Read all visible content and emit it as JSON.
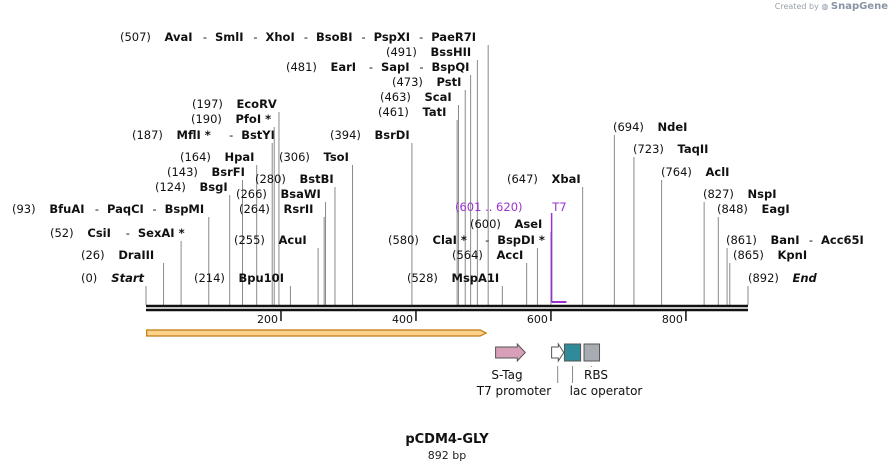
{
  "branding": {
    "prefix": "Created by",
    "name": "SnapGene"
  },
  "title": "pCDM4-GLY",
  "subtitle": "892 bp",
  "sequence_length": 892,
  "axis": {
    "ticks": [
      200,
      400,
      600,
      800
    ]
  },
  "colors": {
    "backbone": "#111111",
    "orf_fill": "#ffd28a",
    "orf_stroke": "#c07a10",
    "stag": "#d8a0b8",
    "promoter": "#ffffff",
    "rbs": "#a7acb3",
    "lac": "#2f8a9a",
    "primer": "#9b30d0",
    "leader": "#8a8a8a",
    "text": "#111111"
  },
  "enzymes": [
    {
      "pos": 0,
      "label": "(0)",
      "names": [
        "Start"
      ],
      "italic": true
    },
    {
      "pos": 26,
      "label": "(26)",
      "names": [
        "DraIII"
      ]
    },
    {
      "pos": 52,
      "label": "(52)",
      "names": [
        "CsiI",
        "SexAI *"
      ]
    },
    {
      "pos": 93,
      "label": "(93)",
      "names": [
        "BfuAI",
        "PaqCI",
        "BspMI"
      ]
    },
    {
      "pos": 124,
      "label": "(124)",
      "names": [
        "BsgI"
      ]
    },
    {
      "pos": 143,
      "label": "(143)",
      "names": [
        "BsrFI"
      ]
    },
    {
      "pos": 164,
      "label": "(164)",
      "names": [
        "HpaI"
      ]
    },
    {
      "pos": 187,
      "label": "(187)",
      "names": [
        "MflI *",
        "BstYI"
      ]
    },
    {
      "pos": 190,
      "label": "(190)",
      "names": [
        "PfoI *"
      ]
    },
    {
      "pos": 197,
      "label": "(197)",
      "names": [
        "EcoRV"
      ]
    },
    {
      "pos": 214,
      "label": "(214)",
      "names": [
        "Bpu10I"
      ]
    },
    {
      "pos": 255,
      "label": "(255)",
      "names": [
        "AcuI"
      ]
    },
    {
      "pos": 264,
      "label": "(264)",
      "names": [
        "RsrII"
      ]
    },
    {
      "pos": 266,
      "label": "(266)",
      "names": [
        "BsaWI"
      ]
    },
    {
      "pos": 280,
      "label": "(280)",
      "names": [
        "BstBI"
      ]
    },
    {
      "pos": 306,
      "label": "(306)",
      "names": [
        "TsoI"
      ]
    },
    {
      "pos": 394,
      "label": "(394)",
      "names": [
        "BsrDI"
      ]
    },
    {
      "pos": 461,
      "label": "(461)",
      "names": [
        "TatI"
      ]
    },
    {
      "pos": 463,
      "label": "(463)",
      "names": [
        "ScaI"
      ]
    },
    {
      "pos": 473,
      "label": "(473)",
      "names": [
        "PstI"
      ]
    },
    {
      "pos": 481,
      "label": "(481)",
      "names": [
        "EarI",
        "SapI",
        "BspQI"
      ]
    },
    {
      "pos": 491,
      "label": "(491)",
      "names": [
        "BssHII"
      ]
    },
    {
      "pos": 507,
      "label": "(507)",
      "names": [
        "AvaI",
        "SmlI",
        "XhoI",
        "BsoBI",
        "PspXI",
        "PaeR7I"
      ]
    },
    {
      "pos": 528,
      "label": "(528)",
      "names": [
        "MspA1I"
      ]
    },
    {
      "pos": 564,
      "label": "(564)",
      "names": [
        "AccI"
      ]
    },
    {
      "pos": 580,
      "label": "(580)",
      "names": [
        "ClaI *",
        "BspDI *"
      ]
    },
    {
      "pos": 600,
      "label": "(600)",
      "names": [
        "AseI"
      ]
    },
    {
      "pos": 647,
      "label": "(647)",
      "names": [
        "XbaI"
      ]
    },
    {
      "pos": 694,
      "label": "(694)",
      "names": [
        "NdeI"
      ]
    },
    {
      "pos": 723,
      "label": "(723)",
      "names": [
        "TaqII"
      ]
    },
    {
      "pos": 764,
      "label": "(764)",
      "names": [
        "AclI"
      ]
    },
    {
      "pos": 827,
      "label": "(827)",
      "names": [
        "NspI"
      ]
    },
    {
      "pos": 848,
      "label": "(848)",
      "names": [
        "EagI"
      ]
    },
    {
      "pos": 861,
      "label": "(861)",
      "names": [
        "BanI",
        "Acc65I"
      ]
    },
    {
      "pos": 865,
      "label": "(865)",
      "names": [
        "KpnI"
      ]
    },
    {
      "pos": 892,
      "label": "(892)",
      "names": [
        "End"
      ],
      "italic": true
    }
  ],
  "primer": {
    "label": "(601 .. 620)",
    "name": "T7",
    "start": 601,
    "end": 620
  },
  "orf": {
    "start": 1,
    "end": 504
  },
  "features": [
    {
      "key": "stag",
      "name": "S-Tag",
      "start": 518,
      "end": 562,
      "shape": "arrow"
    },
    {
      "key": "promoter",
      "name": "T7 promoter",
      "start": 601,
      "end": 619,
      "shape": "arrow"
    },
    {
      "key": "lac",
      "name": "lac operator",
      "start": 620,
      "end": 644,
      "shape": "box"
    },
    {
      "key": "rbs",
      "name": "RBS",
      "start": 649,
      "end": 672,
      "shape": "box"
    }
  ]
}
